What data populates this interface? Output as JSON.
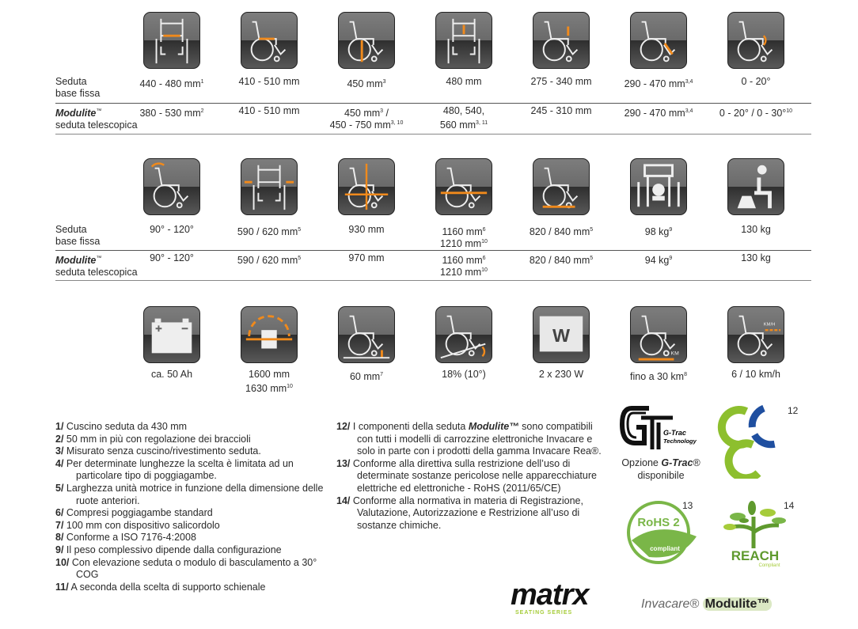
{
  "rows": [
    {
      "labels": {
        "fixed_1": "Seduta",
        "fixed_2": "base fissa",
        "mod_name": "Modulite",
        "mod_tm": "™",
        "mod_2": "seduta telescopica"
      },
      "icons": [
        "seat-width-icon",
        "seat-depth-icon",
        "seat-height-icon",
        "backrest-height-icon",
        "armrest-height-icon",
        "legrest-length-icon",
        "seat-angle-icon"
      ],
      "fixed": [
        [
          "440 - 480 mm",
          "1"
        ],
        [
          "410 - 510 mm",
          ""
        ],
        [
          "450 mm",
          "3"
        ],
        [
          "480 mm",
          ""
        ],
        [
          "275 - 340 mm",
          ""
        ],
        [
          "290 - 470 mm",
          "3,4"
        ],
        [
          "0 - 20°",
          ""
        ]
      ],
      "fixed_l2": [
        "",
        "",
        "",
        "",
        "",
        "",
        ""
      ],
      "mod": [
        [
          "380 - 530 mm",
          "2"
        ],
        [
          "410 - 510 mm",
          ""
        ],
        [
          "450 mm",
          "3",
          " /"
        ],
        [
          "480, 540,",
          ""
        ],
        [
          "245 - 310 mm",
          ""
        ],
        [
          "290 - 470 mm",
          "3,4"
        ],
        [
          "0 - 20° / 0 - 30°",
          "10"
        ]
      ],
      "mod_l2": [
        [
          "",
          ""
        ],
        [
          "",
          ""
        ],
        [
          "450 - 750 mm",
          "3, 10"
        ],
        [
          "560 mm",
          "3, 11"
        ],
        [
          "",
          ""
        ],
        [
          "",
          ""
        ],
        [
          "",
          ""
        ]
      ]
    },
    {
      "labels": {
        "fixed_1": "Seduta",
        "fixed_2": "base fissa",
        "mod_name": "Modulite",
        "mod_tm": "™",
        "mod_2": "seduta telescopica"
      },
      "icons": [
        "backrest-angle-icon",
        "overall-width-icon",
        "overall-height-icon",
        "overall-length-icon",
        "folded-length-icon",
        "weight-icon",
        "max-user-weight-icon"
      ],
      "fixed": [
        [
          "90° - 120°",
          ""
        ],
        [
          "590 / 620 mm",
          "5"
        ],
        [
          "930 mm",
          ""
        ],
        [
          "1160 mm",
          "6"
        ],
        [
          "820 / 840 mm",
          "5"
        ],
        [
          "98 kg",
          "9"
        ],
        [
          "130 kg",
          ""
        ]
      ],
      "fixed_l2": [
        [
          "",
          ""
        ],
        [
          "",
          ""
        ],
        [
          "",
          ""
        ],
        [
          "1210 mm",
          "10"
        ],
        [
          "",
          ""
        ],
        [
          "",
          ""
        ],
        [
          "",
          ""
        ]
      ],
      "mod": [
        [
          "90° - 120°",
          ""
        ],
        [
          "590 / 620 mm",
          "5"
        ],
        [
          "970 mm",
          ""
        ],
        [
          "1160 mm",
          "6"
        ],
        [
          "820 / 840 mm",
          "5"
        ],
        [
          "94 kg",
          "9"
        ],
        [
          "130 kg",
          ""
        ]
      ],
      "mod_l2": [
        [
          "",
          ""
        ],
        [
          "",
          ""
        ],
        [
          "",
          ""
        ],
        [
          "1210 mm",
          "10"
        ],
        [
          "",
          ""
        ],
        [
          "",
          ""
        ],
        [
          "",
          ""
        ]
      ]
    }
  ],
  "row3": {
    "icons": [
      "battery-icon",
      "turning-circle-icon",
      "obstacle-climbing-icon",
      "max-slope-icon",
      "motor-power-icon",
      "range-icon",
      "speed-icon"
    ],
    "values": [
      [
        "ca. 50 Ah",
        ""
      ],
      [
        "1600 mm",
        ""
      ],
      [
        "60 mm",
        "7"
      ],
      [
        "18% (10°)",
        ""
      ],
      [
        "2 x 230 W",
        ""
      ],
      [
        "fino a 30 km",
        "8"
      ],
      [
        "6 / 10 km/h",
        ""
      ]
    ],
    "values_l2": [
      [
        "",
        ""
      ],
      [
        "1630 mm",
        "10"
      ],
      [
        "",
        ""
      ],
      [
        "",
        ""
      ],
      [
        "",
        ""
      ],
      [
        "",
        ""
      ],
      [
        "",
        ""
      ]
    ],
    "icon_text": {
      "motor": "W",
      "range": "KM",
      "speed": "KM/H"
    }
  },
  "footnotes_left": [
    {
      "n": "1/",
      "t": "Cuscino seduta da 430 mm"
    },
    {
      "n": "2/",
      "t": "50 mm in più con regolazione dei braccioli"
    },
    {
      "n": "3/",
      "t": "Misurato senza cuscino/rivestimento seduta."
    },
    {
      "n": "4/",
      "t": "Per determinate lunghezze la scelta è limitata ad un particolare tipo di poggiagambe."
    },
    {
      "n": "5/",
      "t": "Larghezza unità motrice in funzione della dimensione delle ruote anteriori."
    },
    {
      "n": "6/",
      "t": "Compresi poggiagambe standard"
    },
    {
      "n": "7/",
      "t": "100 mm con dispositivo salicordolo"
    },
    {
      "n": "8/",
      "t": "Conforme a ISO 7176-4:2008"
    },
    {
      "n": "9/",
      "t": "Il peso complessivo dipende dalla configurazione"
    },
    {
      "n": "10/",
      "t": "Con elevazione seduta o modulo di basculamento a  30° COG"
    },
    {
      "n": "11/",
      "t": "A seconda della scelta di supporto schienale"
    }
  ],
  "footnotes_right": {
    "f12": {
      "n": "12/",
      "a": "I componenti della seduta ",
      "b": "Modulite™",
      "c": " sono compatibili con tutti i modelli di carrozzine elettroniche Invacare e solo in parte con i prodotti della gamma Invacare Rea®."
    },
    "f13": {
      "n": "13/",
      "t": "Conforme alla direttiva sulla restrizione dell’uso di determinate sostanze pericolose nelle apparecchiature elettriche ed elettroniche - RoHS (2011/65/CE)"
    },
    "f14": {
      "n": "14/",
      "t": "Conforme alla normativa in materia di Registrazione, Valutazione, Autorizzazione e Restrizione all’uso di sostanze chimiche."
    }
  },
  "logos": {
    "gtrac": {
      "mark": "G-Trac® Technology",
      "caption_a": "Opzione ",
      "caption_b": "G-Trac",
      "caption_c": "®",
      "caption_2": "disponibile"
    },
    "ce_note": "12",
    "rohs": {
      "text": "RoHS 2",
      "sub": "compliant",
      "note": "13"
    },
    "reach": {
      "text": "REACH",
      "sub": "Compliant",
      "note": "14"
    },
    "matrx": {
      "text": "matrx",
      "sub": "SEATING SERIES"
    },
    "invacare": {
      "text": "Invacare®",
      "brand": "Modulite™"
    }
  },
  "colors": {
    "accent": "#f08a1c",
    "tile_dark": "#2e2e2e",
    "green": "#8dbf2e",
    "blue": "#1f4fa0"
  }
}
